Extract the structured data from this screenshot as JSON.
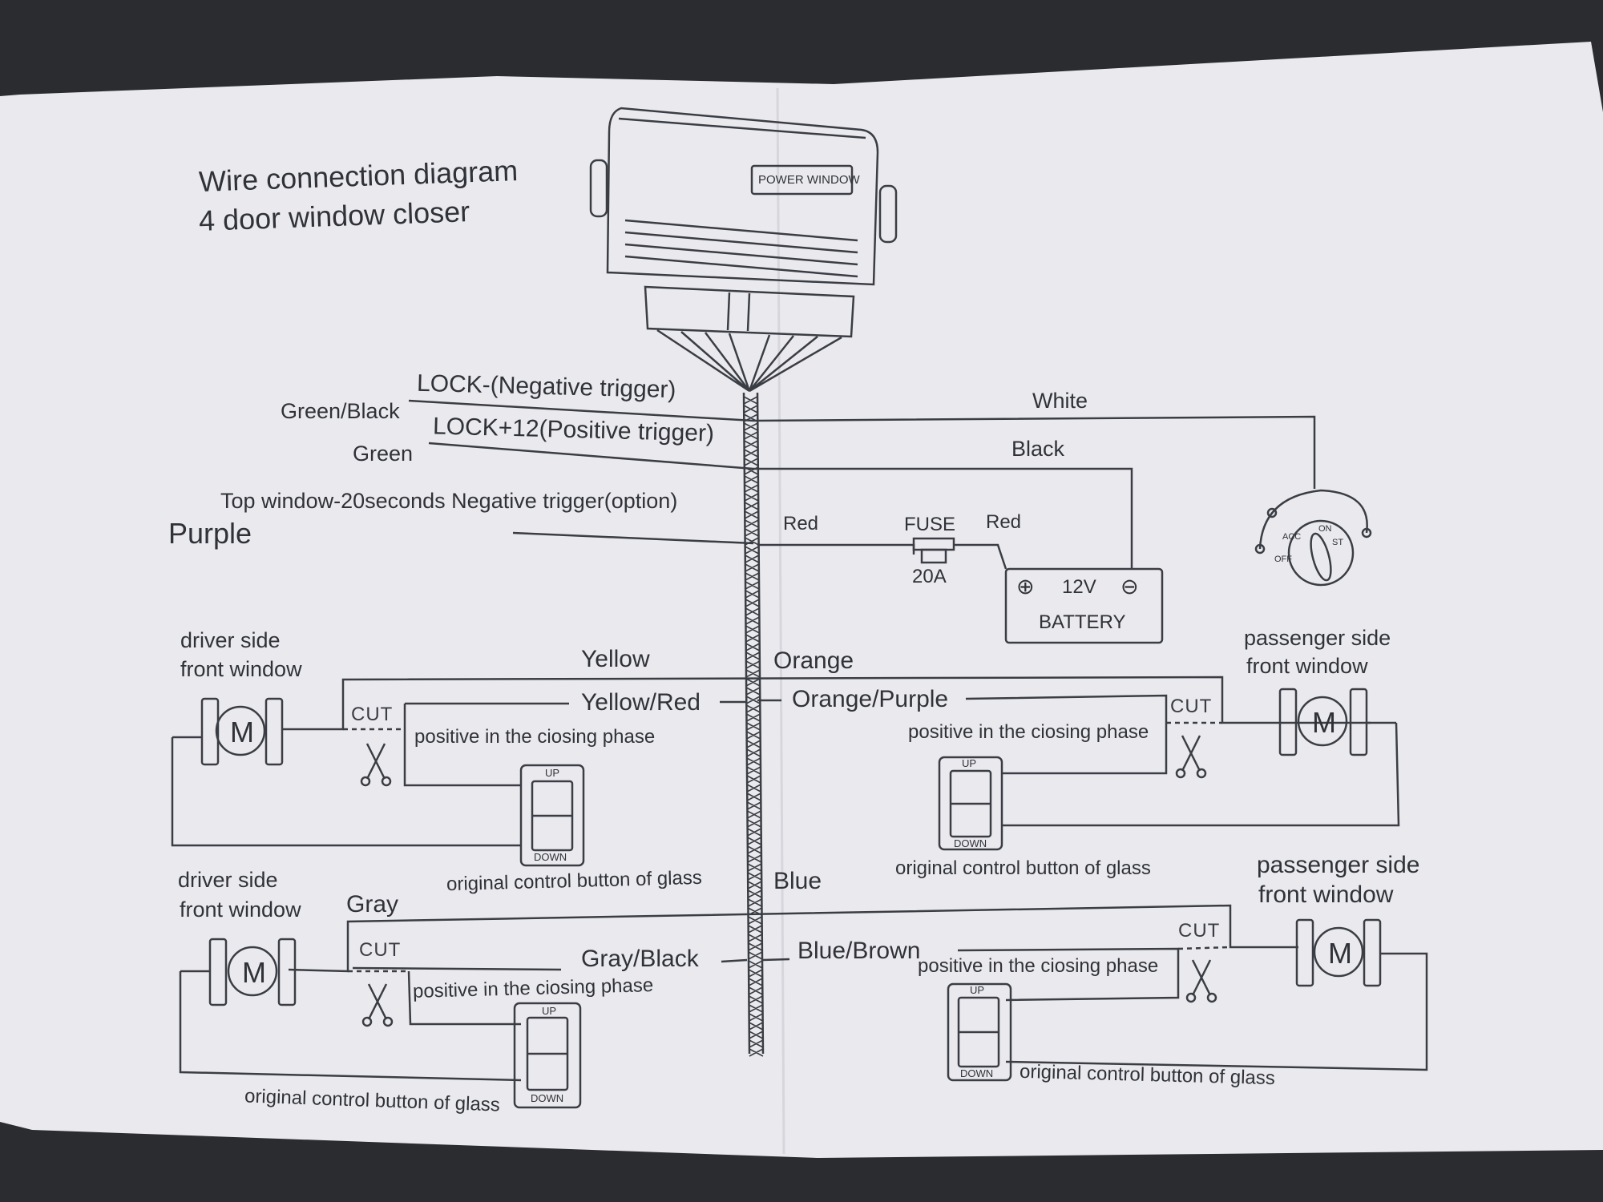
{
  "title": {
    "line1": "Wire connection diagram",
    "line2": "4 door window closer"
  },
  "module": {
    "label": "POWER WINDOW"
  },
  "wires": {
    "green_black": "Green/Black",
    "lock_negative": "LOCK-(Negative trigger)",
    "green": "Green",
    "lock_positive": "LOCK+12(Positive trigger)",
    "top_window": "Top window-20seconds Negative trigger(option)",
    "purple": "Purple",
    "white": "White",
    "black": "Black",
    "red_left": "Red",
    "red_right": "Red",
    "yellow": "Yellow",
    "yellow_red": "Yellow/Red",
    "orange": "Orange",
    "orange_purple": "Orange/Purple",
    "gray": "Gray",
    "gray_black": "Gray/Black",
    "blue": "Blue",
    "blue_brown": "Blue/Brown"
  },
  "fuse": {
    "label": "FUSE",
    "rating": "20A"
  },
  "battery": {
    "voltage": "12V",
    "label": "BATTERY",
    "plus": "⊕",
    "minus": "⊖"
  },
  "ignition": {
    "acc": "ACC",
    "on": "ON",
    "st": "ST",
    "off": "OFF"
  },
  "doors": {
    "front_left": {
      "line1": "driver side",
      "line2": "front window"
    },
    "front_right": {
      "line1": "passenger side",
      "line2": "front window"
    },
    "rear_left": {
      "line1": "driver side",
      "line2": "front window"
    },
    "rear_right": {
      "line1": "passenger side",
      "line2": "front window"
    }
  },
  "labels": {
    "cut": "CUT",
    "positive_phase": "positive in the ciosing phase",
    "original_button": "original control button of glass",
    "motor": "M",
    "up": "UP",
    "down": "DOWN"
  }
}
